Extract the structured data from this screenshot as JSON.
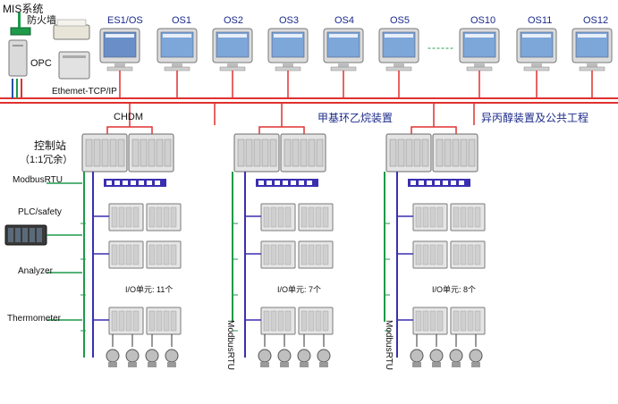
{
  "top_left": {
    "mis": "MIS系统",
    "firewall": "防火墙",
    "opc": "OPC"
  },
  "network_label": "Ethemet-TCP/IP",
  "workstations": [
    "ES1/OS",
    "OS1",
    "OS2",
    "OS3",
    "OS4",
    "OS5",
    "------",
    "OS10",
    "OS11",
    "OS12"
  ],
  "sections": {
    "chdm": "CHDM",
    "section2": "甲基环乙烷装置",
    "section3": "异丙醇装置及公共工程"
  },
  "left_labels": {
    "controller": "控制站",
    "redundancy": "（1:1冗余）",
    "modbus": "ModbusRTU",
    "plc": "PLC/safety",
    "analyzer": "Analyzer",
    "thermometer": "Thermometer"
  },
  "io_labels": [
    "I/O单元: 11个",
    "I/O单元: 7个",
    "I/O单元: 8个"
  ],
  "vertical_labels": [
    "ModbusRTU",
    "ModbusRTU"
  ],
  "colors": {
    "network_red": "#e03030",
    "profibus_purple": "#3a2fb0",
    "modbus_green": "#1f9a4a",
    "label_blue": "#1b2a8a"
  }
}
